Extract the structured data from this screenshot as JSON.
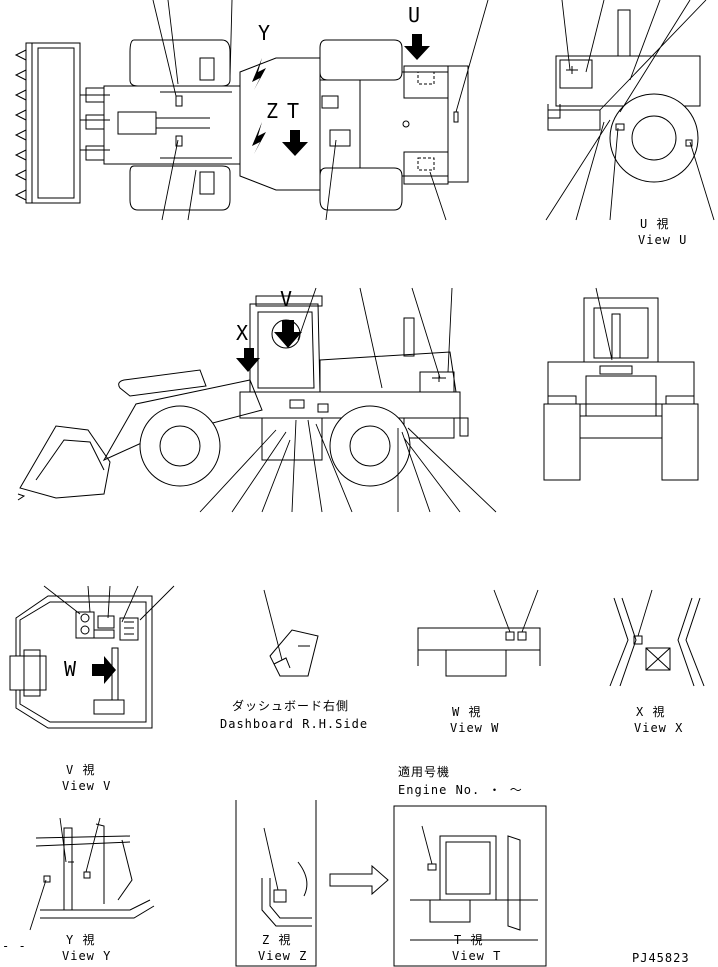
{
  "views": {
    "u": {
      "jp": "U 視",
      "en": "View U"
    },
    "v": {
      "jp": "V 視",
      "en": "View V"
    },
    "w": {
      "jp": "W 視",
      "en": "View W"
    },
    "x": {
      "jp": "X 視",
      "en": "View X"
    },
    "y": {
      "jp": "Y 視",
      "en": "View Y"
    },
    "z": {
      "jp": "Z 視",
      "en": "View Z"
    },
    "t": {
      "jp": "T 視",
      "en": "View T"
    }
  },
  "dashboard": {
    "jp": "ダッシュボード右側",
    "en": "Dashboard R.H.Side"
  },
  "serial": {
    "jp": "適用号機",
    "en": "Engine No.  ・  ～"
  },
  "arrow_letters": {
    "y": "Y",
    "u": "U",
    "z": "Z",
    "t": "T",
    "v": "V",
    "x": "X",
    "w": "W"
  },
  "drawing_no": "PJ45823",
  "corner_mark": "- -"
}
